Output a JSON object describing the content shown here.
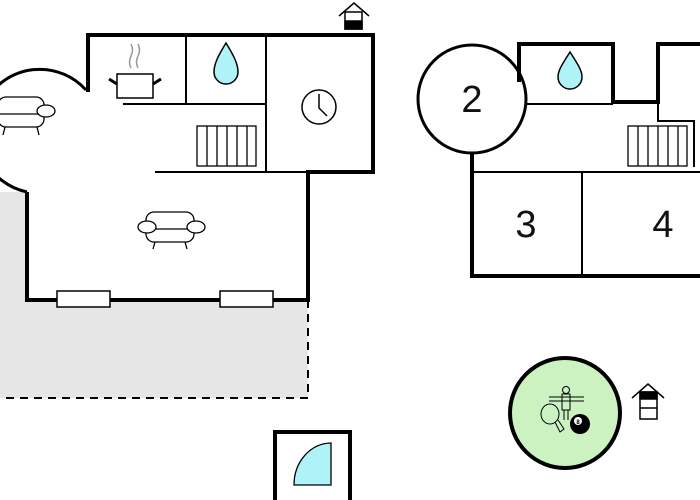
{
  "rooms": {
    "room2_label": "2",
    "room3_label": "3",
    "room4_label": "4"
  },
  "icons": [
    "house-level-icon",
    "cooking-pot-icon",
    "water-drop-icon",
    "clock-icon",
    "stairs-icon",
    "sofa-icon",
    "window-icon",
    "door-icon",
    "table-tennis-icon",
    "foosball-icon",
    "billiard-ball-icon"
  ],
  "billiard_number": "8",
  "colors": {
    "wall": "#000000",
    "water": "#aef3f8",
    "patio": "#e6e6e6",
    "games": "#ccf2c2",
    "steam": "#999999"
  }
}
